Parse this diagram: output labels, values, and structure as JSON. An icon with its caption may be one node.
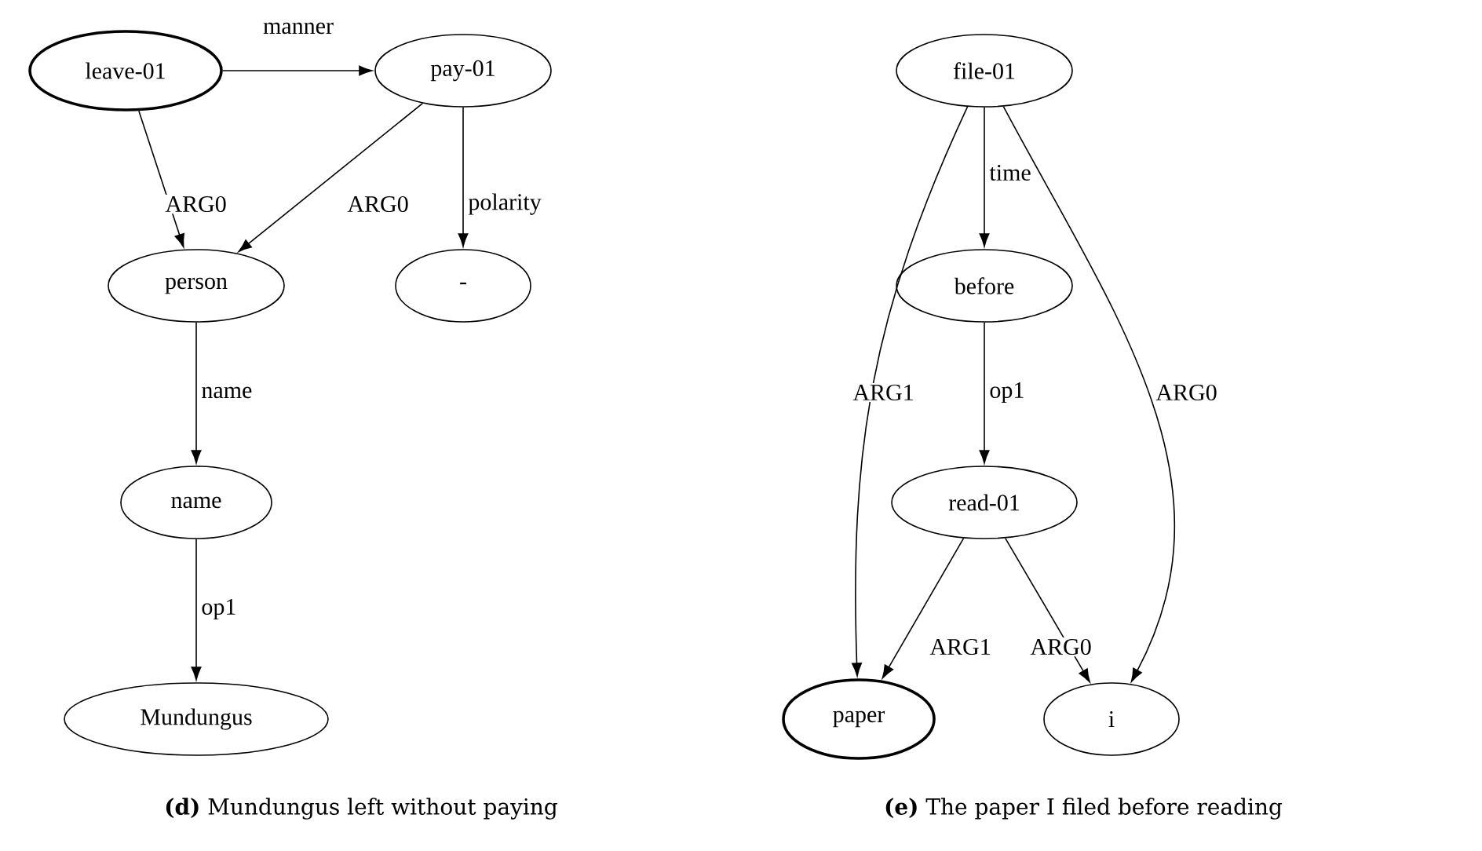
{
  "diagram": {
    "nodes": [
      {
        "text": [
          "leave-01"
        ]
      },
      {
        "text": [
          "pay-01"
        ]
      },
      {
        "text": [
          "person"
        ]
      },
      {
        "text": [
          "-"
        ]
      },
      {
        "text": [
          "name"
        ]
      },
      {
        "text": [
          "Mundungus"
        ]
      },
      {
        "text": [
          "file-01"
        ]
      },
      {
        "text": [
          "before"
        ]
      },
      {
        "text": [
          "read-01"
        ]
      },
      {
        "text": [
          "paper"
        ]
      },
      {
        "text": [
          "i"
        ]
      }
    ],
    "edges": [
      {
        "from": 0,
        "to": 1,
        "arrow": "to",
        "label": "manner"
      },
      {
        "from": 0,
        "to": 2,
        "arrow": "to",
        "label": "ARG0"
      },
      {
        "from": 1,
        "to": 2,
        "arrow": "to",
        "label": "ARG0"
      },
      {
        "from": 1,
        "to": 3,
        "arrow": "to",
        "label": "polarity"
      },
      {
        "from": 2,
        "to": 4,
        "arrow": "to",
        "label": "name"
      },
      {
        "from": 4,
        "to": 5,
        "arrow": "to",
        "label": "op1"
      },
      {
        "from": 6,
        "to": 7,
        "arrow": "to",
        "label": "time"
      },
      {
        "from": 7,
        "to": 8,
        "arrow": "to",
        "label": "op1"
      },
      {
        "from": 6,
        "to": 9,
        "arrow": "to",
        "label": "ARG1"
      },
      {
        "from": 6,
        "to": 10,
        "arrow": "to",
        "label": "ARG0"
      },
      {
        "from": 8,
        "to": 9,
        "arrow": "to",
        "label": "ARG1"
      },
      {
        "from": 8,
        "to": 10,
        "arrow": "to",
        "label": "ARG0"
      }
    ],
    "labels": [
      "**(d)** Mundungus left without paying",
      "**(e)** The paper I filed before reading"
    ]
  }
}
